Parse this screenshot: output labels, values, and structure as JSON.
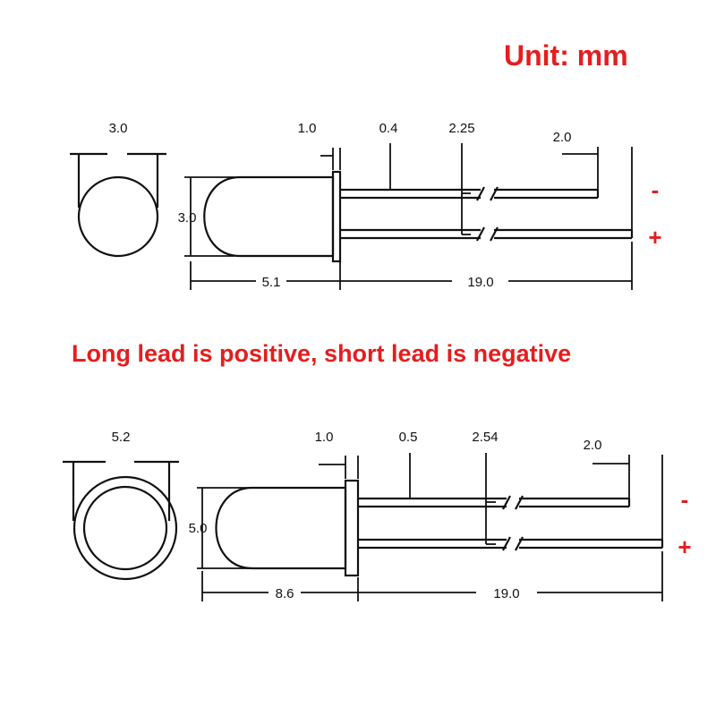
{
  "unit_label": "Unit: mm",
  "polarity_note": "Long lead is positive, short lead is negative",
  "colors": {
    "accent": "#e41e1e",
    "line": "#111111"
  },
  "led_3mm": {
    "dims": {
      "diameter": "3.0",
      "flange": "1.0",
      "lead_width": "0.4",
      "lead_spacing": "2.25",
      "lead_offset": "2.0",
      "body_height": "3.0",
      "body_length": "5.1",
      "lead_length": "19.0"
    },
    "negative_symbol": "-",
    "positive_symbol": "+"
  },
  "led_5mm": {
    "dims": {
      "diameter": "5.2",
      "flange": "1.0",
      "lead_width": "0.5",
      "lead_spacing": "2.54",
      "lead_offset": "2.0",
      "body_height": "5.0",
      "body_length": "8.6",
      "lead_length": "19.0"
    },
    "negative_symbol": "-",
    "positive_symbol": "+"
  }
}
